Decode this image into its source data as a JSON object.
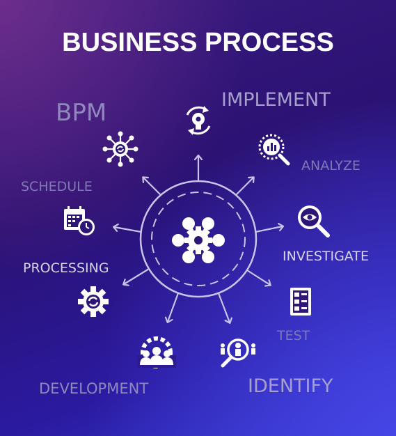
{
  "title": "BUSINESS PROCESS",
  "colors": {
    "background_start": "#3a1c80",
    "background_end": "#3438cf",
    "accent": "#ffffff",
    "muted_text": "#a59ecb",
    "line": "#c9c4ec"
  },
  "center": {
    "icon": "process-network-gear-icon"
  },
  "steps": [
    {
      "label": "IMPLEMENT",
      "icon": "gear-lightbulb-icon"
    },
    {
      "label": "ANALYZE",
      "icon": "magnifier-chart-icon"
    },
    {
      "label": "INVESTIGATE",
      "icon": "magnifier-eye-icon"
    },
    {
      "label": "TEST",
      "icon": "checklist-icon"
    },
    {
      "label": "IDENTIFY",
      "icon": "magnifier-person-icon"
    },
    {
      "label": "DEVELOPMENT",
      "icon": "team-gear-icon"
    },
    {
      "label": "PROCESSING",
      "icon": "gear-cycle-icon"
    },
    {
      "label": "SCHEDULE",
      "icon": "calendar-clock-icon"
    },
    {
      "label": "BPM",
      "icon": "network-gear-icon"
    }
  ]
}
